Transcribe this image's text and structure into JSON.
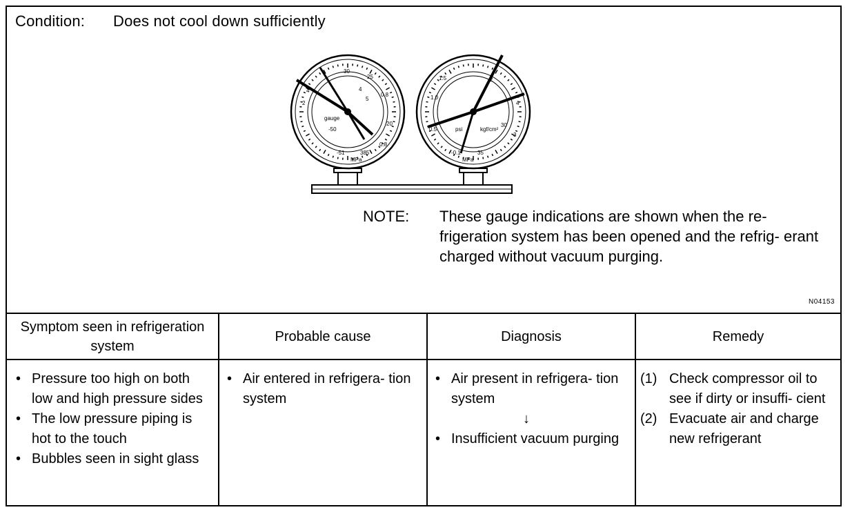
{
  "condition": {
    "label": "Condition:",
    "text": "Does not cool down sufficiently"
  },
  "note": {
    "label": "NOTE:",
    "text": "These gauge indications are shown when the re- frigeration system has been opened and the refrig- erant charged without vacuum purging."
  },
  "figure_code": "N04153",
  "table": {
    "headers": {
      "symptom": "Symptom seen in refrigeration system",
      "cause": "Probable cause",
      "diagnosis": "Diagnosis",
      "remedy": "Remedy"
    },
    "symptoms": [
      "Pressure too high on both low and high pressure sides",
      "The low pressure piping is hot to the touch",
      "Bubbles seen in sight glass"
    ],
    "causes": [
      "Air entered in refrigera- tion system"
    ],
    "diagnosis": {
      "first": "Air present in refrigera- tion system",
      "arrow": "↓",
      "second": "Insufficient vacuum purging"
    },
    "remedies": [
      {
        "num": "(1)",
        "text": "Check compressor oil to see if dirty or insuffi- cient"
      },
      {
        "num": "(2)",
        "text": "Evacuate air and charge new refrigerant"
      }
    ],
    "bullet": "•"
  },
  "gauges": {
    "left_unit": "MPa",
    "right_unit": "MPa"
  }
}
